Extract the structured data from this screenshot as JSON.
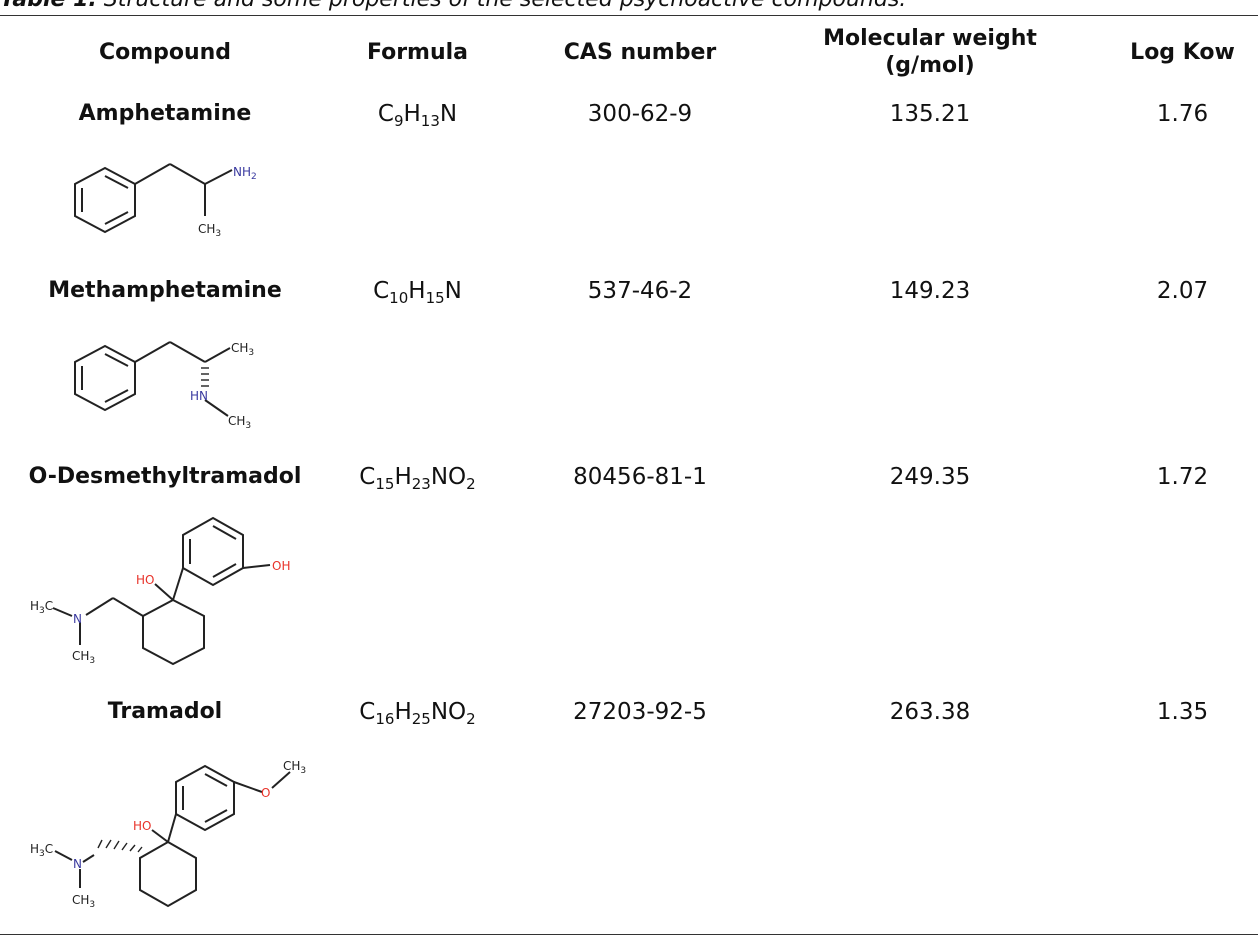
{
  "caption": {
    "label": "Table 1.",
    "text": " Structure and some properties of the selected psychoactive compounds."
  },
  "header": {
    "compound": "Compound",
    "formula": "Formula",
    "cas": "CAS number",
    "mw_line1": "Molecular weight",
    "mw_line2": "(g/mol)",
    "logkow": "Log Kow"
  },
  "rows": [
    {
      "name": "Amphetamine",
      "formula": [
        {
          "t": "C"
        },
        {
          "s": "9"
        },
        {
          "t": "H"
        },
        {
          "s": "13"
        },
        {
          "t": "N"
        }
      ],
      "cas": "300-62-9",
      "mw": "135.21",
      "logkow": "1.76",
      "labels": {
        "nh2": "NH",
        "nh2_sub": "2",
        "ch3": "CH",
        "ch3_sub": "3"
      }
    },
    {
      "name": "Methamphetamine",
      "formula": [
        {
          "t": "C"
        },
        {
          "s": "10"
        },
        {
          "t": "H"
        },
        {
          "s": "15"
        },
        {
          "t": "N"
        }
      ],
      "cas": "537-46-2",
      "mw": "149.23",
      "logkow": "2.07",
      "labels": {
        "ch3a": "CH",
        "ch3a_sub": "3",
        "hn": "HN",
        "ch3b": "CH",
        "ch3b_sub": "3"
      }
    },
    {
      "name": "O-Desmethyltramadol",
      "formula": [
        {
          "t": "C"
        },
        {
          "s": "15"
        },
        {
          "t": "H"
        },
        {
          "s": "23"
        },
        {
          "t": "NO"
        },
        {
          "s": "2"
        }
      ],
      "cas": "80456-81-1",
      "mw": "249.35",
      "logkow": "1.72",
      "labels": {
        "ho": "HO",
        "oh": "OH",
        "h3c": "H",
        "h3c_sub": "3",
        "h3c_c": "C",
        "n": "N",
        "ch3": "CH",
        "ch3_sub": "3"
      }
    },
    {
      "name": "Tramadol",
      "formula": [
        {
          "t": "C"
        },
        {
          "s": "16"
        },
        {
          "t": "H"
        },
        {
          "s": "25"
        },
        {
          "t": "NO"
        },
        {
          "s": "2"
        }
      ],
      "cas": "27203-92-5",
      "mw": "263.38",
      "logkow": "1.35",
      "labels": {
        "ho": "HO",
        "o": "O",
        "ch3top": "CH",
        "ch3top_sub": "3",
        "h3c": "H",
        "h3c_sub": "3",
        "h3c_c": "C",
        "n": "N",
        "ch3": "CH",
        "ch3_sub": "3"
      }
    }
  ],
  "colors": {
    "nitrogen": "#3a3aa0",
    "oxygen": "#e8332a",
    "bond": "#222222"
  }
}
